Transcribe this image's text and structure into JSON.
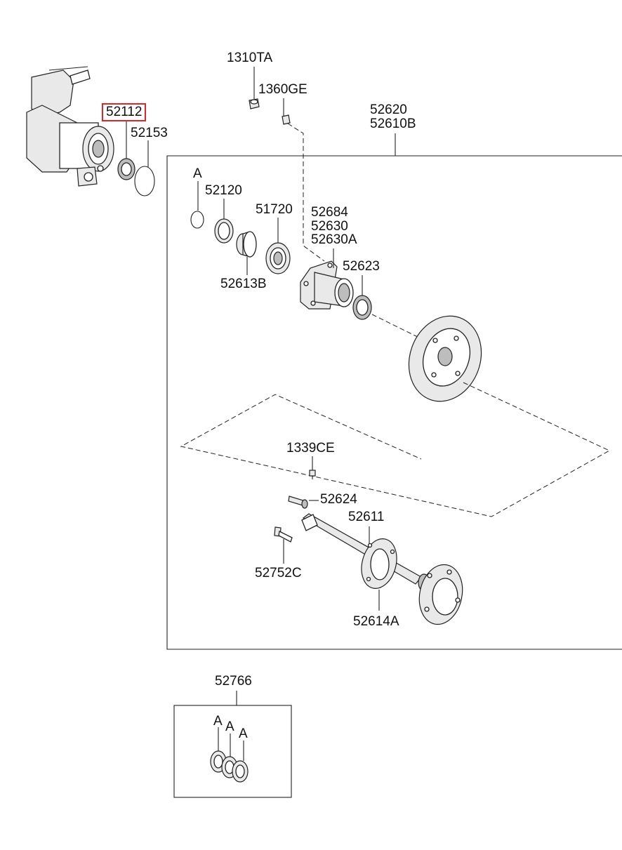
{
  "highlight_color": "#e0242a",
  "labels": {
    "p1310TA": "1310TA",
    "p1360GE": "1360GE",
    "p52620": "52620",
    "p52610B": "52610B",
    "p52112": "52112",
    "p52153": "52153",
    "pA1": "A",
    "p52120": "52120",
    "p51720": "51720",
    "p52684": "52684",
    "p52630": "52630",
    "p52630A": "52630A",
    "p52613B": "52613B",
    "p52623": "52623",
    "p1339CE": "1339CE",
    "p52624": "52624",
    "p52611": "52611",
    "p52752C": "52752C",
    "p52614A": "52614A",
    "p52766": "52766",
    "pA2": "A",
    "pA3": "A",
    "pA4": "A"
  }
}
